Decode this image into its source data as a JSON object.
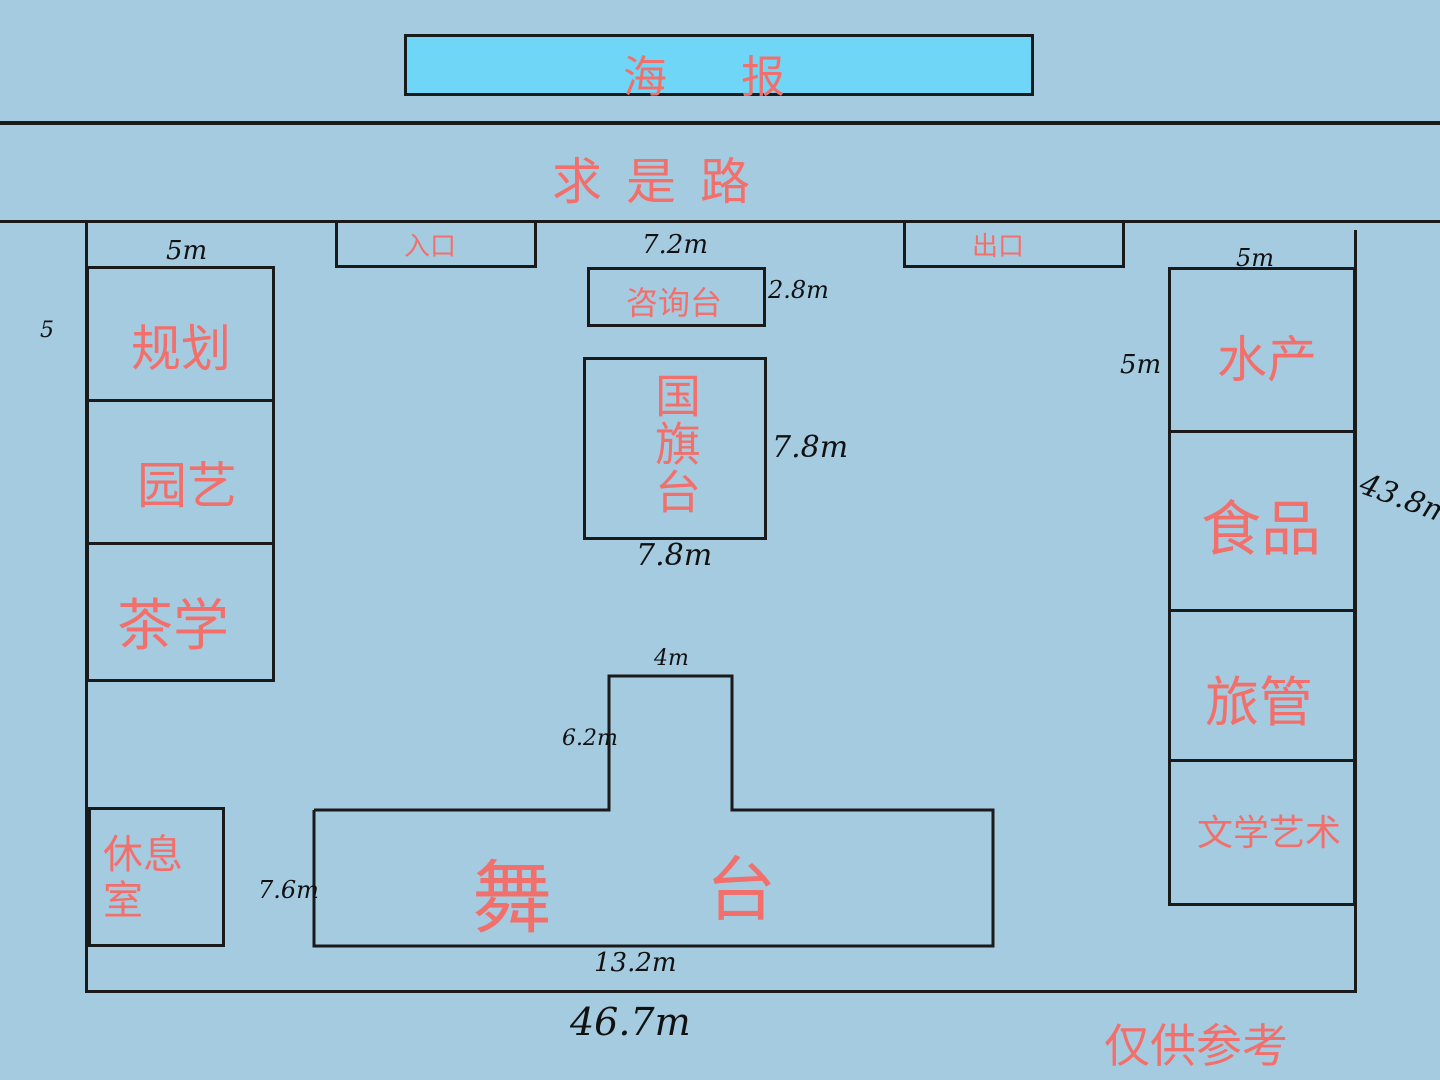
{
  "poster": {
    "label": "海 报",
    "color": "#6fd6f8"
  },
  "road": {
    "label": "求是路"
  },
  "entrance": {
    "label": "入口"
  },
  "exit": {
    "label": "出口"
  },
  "info_desk": {
    "label": "咨询台",
    "width": "7.2m",
    "depth": "2.8m"
  },
  "flag_stage": {
    "label": "国旗台",
    "height": "7.8m",
    "width": "7.8m"
  },
  "left_booths": {
    "width": "5m",
    "side": "5",
    "items": [
      "规划",
      "园艺",
      "茶学"
    ]
  },
  "lounge": {
    "label": "休息室"
  },
  "stage": {
    "label_left": "舞",
    "label_right": "台",
    "height": "7.6m",
    "width": "13.2m",
    "top_width": "4m",
    "top_height": "6.2m"
  },
  "right_booths": {
    "width": "5m",
    "side": "5m",
    "total": "43.8m",
    "items": [
      "水产",
      "食品",
      "旅管",
      "文学艺术"
    ]
  },
  "venue": {
    "width": "46.7m"
  },
  "note": "仅供参考",
  "colors": {
    "background": "#a5cbe1",
    "label_red": "#f2706c",
    "line": "#1a1a1a"
  }
}
